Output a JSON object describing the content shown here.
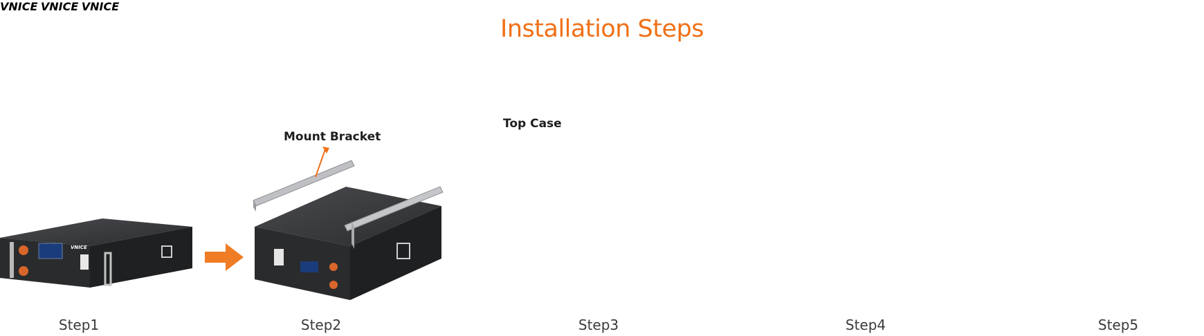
{
  "title": "Installation Steps",
  "steps": [
    {
      "label": "Step1"
    },
    {
      "label": "Step2"
    },
    {
      "label": "Step3"
    },
    {
      "label": "Step4"
    },
    {
      "label": "Step5"
    }
  ],
  "callouts": {
    "mount_bracket": "Mount Bracket",
    "top_case": "Top Case"
  },
  "brand": "VNICE",
  "colors": {
    "title": "#f07016",
    "arrow": "#f07d26",
    "battery_body": "#2a2b2d",
    "battery_top": "#3b3c3f",
    "case_silver": "#c9cacc",
    "wall_unit": "#f2f2f2",
    "led_green": "#8be83a",
    "terminal_orange": "#d8662a"
  }
}
